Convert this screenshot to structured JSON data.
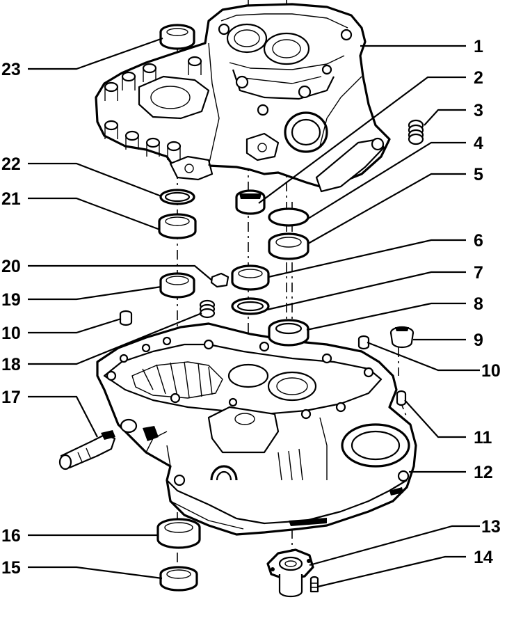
{
  "diagram": {
    "labels_right": [
      "1",
      "2",
      "3",
      "4",
      "5",
      "6",
      "7",
      "8",
      "9",
      "10",
      "11",
      "12",
      "13",
      "14"
    ],
    "labels_left": [
      "23",
      "22",
      "21",
      "20",
      "19",
      "10",
      "18",
      "17",
      "16",
      "15"
    ]
  }
}
